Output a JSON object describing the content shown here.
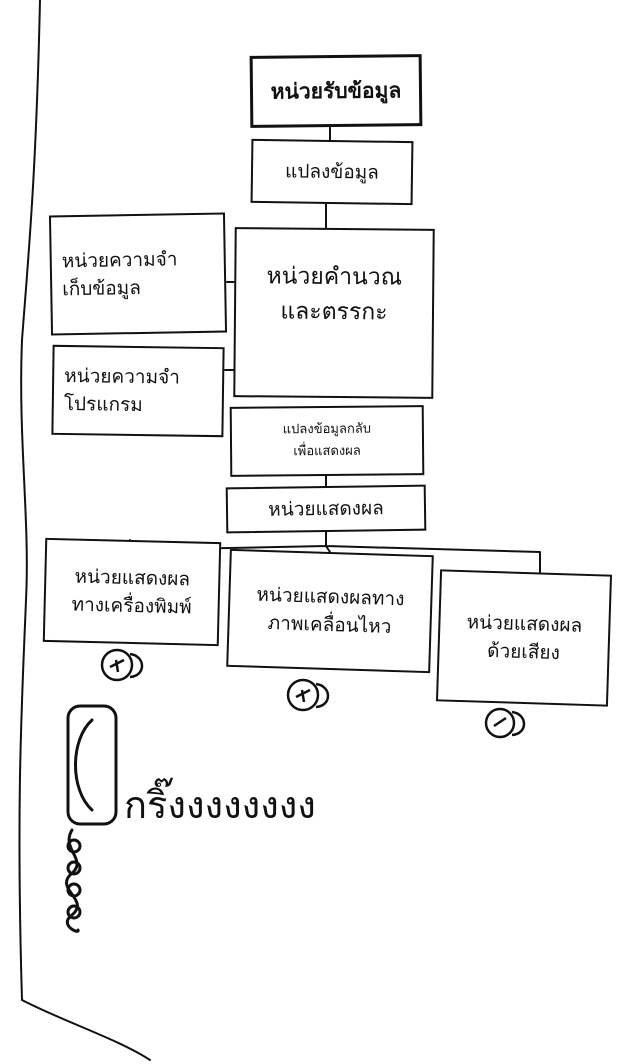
{
  "diagram": {
    "boxes": {
      "input_unit": {
        "lines": [
          "หน่วยรับข้อมูล"
        ]
      },
      "convert_data": {
        "lines": [
          "แปลงข้อมูล"
        ]
      },
      "alu": {
        "lines": [
          "หน่วยคำนวณ",
          "และตรรกะ"
        ]
      },
      "memory_data": {
        "lines": [
          "หน่วยความจำ",
          "เก็บข้อมูล"
        ]
      },
      "memory_program": {
        "lines": [
          "หน่วยความจำ",
          "โปรแกรม"
        ]
      },
      "convert_back": {
        "lines": [
          "แปลงข้อมูลกลับ",
          "เพื่อแสดงผล"
        ]
      },
      "output_unit": {
        "lines": [
          "หน่วยแสดงผล"
        ]
      },
      "output_printer": {
        "lines": [
          "หน่วยแสดงผล",
          "ทางเครื่องพิมพ์"
        ]
      },
      "output_motion": {
        "lines": [
          "หน่วยแสดงผลทาง",
          "ภาพเคลื่อนไหว"
        ]
      },
      "output_sound": {
        "lines": [
          "หน่วยแสดงผล",
          "ด้วยเสียง"
        ]
      }
    },
    "phone_ring_text": "กริ๊งงงงงงงง"
  }
}
